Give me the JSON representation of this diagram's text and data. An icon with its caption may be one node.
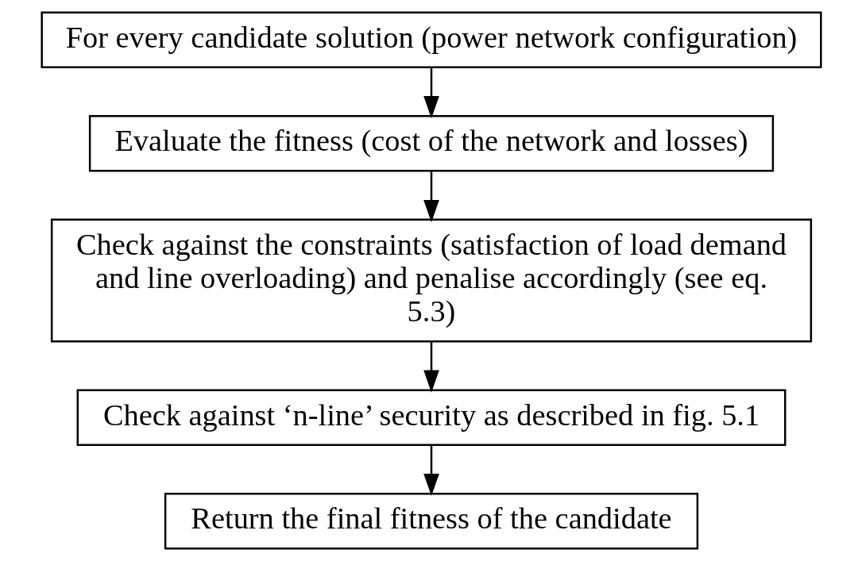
{
  "diagram": {
    "nodes": [
      {
        "text": [
          "For every candidate solution (power network configuration)"
        ]
      },
      {
        "text": [
          "Evaluate the fitness (cost of the network and losses)"
        ]
      },
      {
        "text": [
          "Check against the constraints (satisfaction of load demand and line overloading) and penalise accordingly (see eq. 5.3)"
        ]
      },
      {
        "text": [
          "Check against ‘n-line’ security as described in fig. 5.1"
        ]
      },
      {
        "text": [
          "Return the final fitness of the candidate"
        ]
      }
    ],
    "edges": [
      {
        "from": 0,
        "to": 1,
        "arrow": "to"
      },
      {
        "from": 1,
        "to": 2,
        "arrow": "to"
      },
      {
        "from": 2,
        "to": 3,
        "arrow": "to"
      },
      {
        "from": 3,
        "to": 4,
        "arrow": "to"
      }
    ]
  }
}
